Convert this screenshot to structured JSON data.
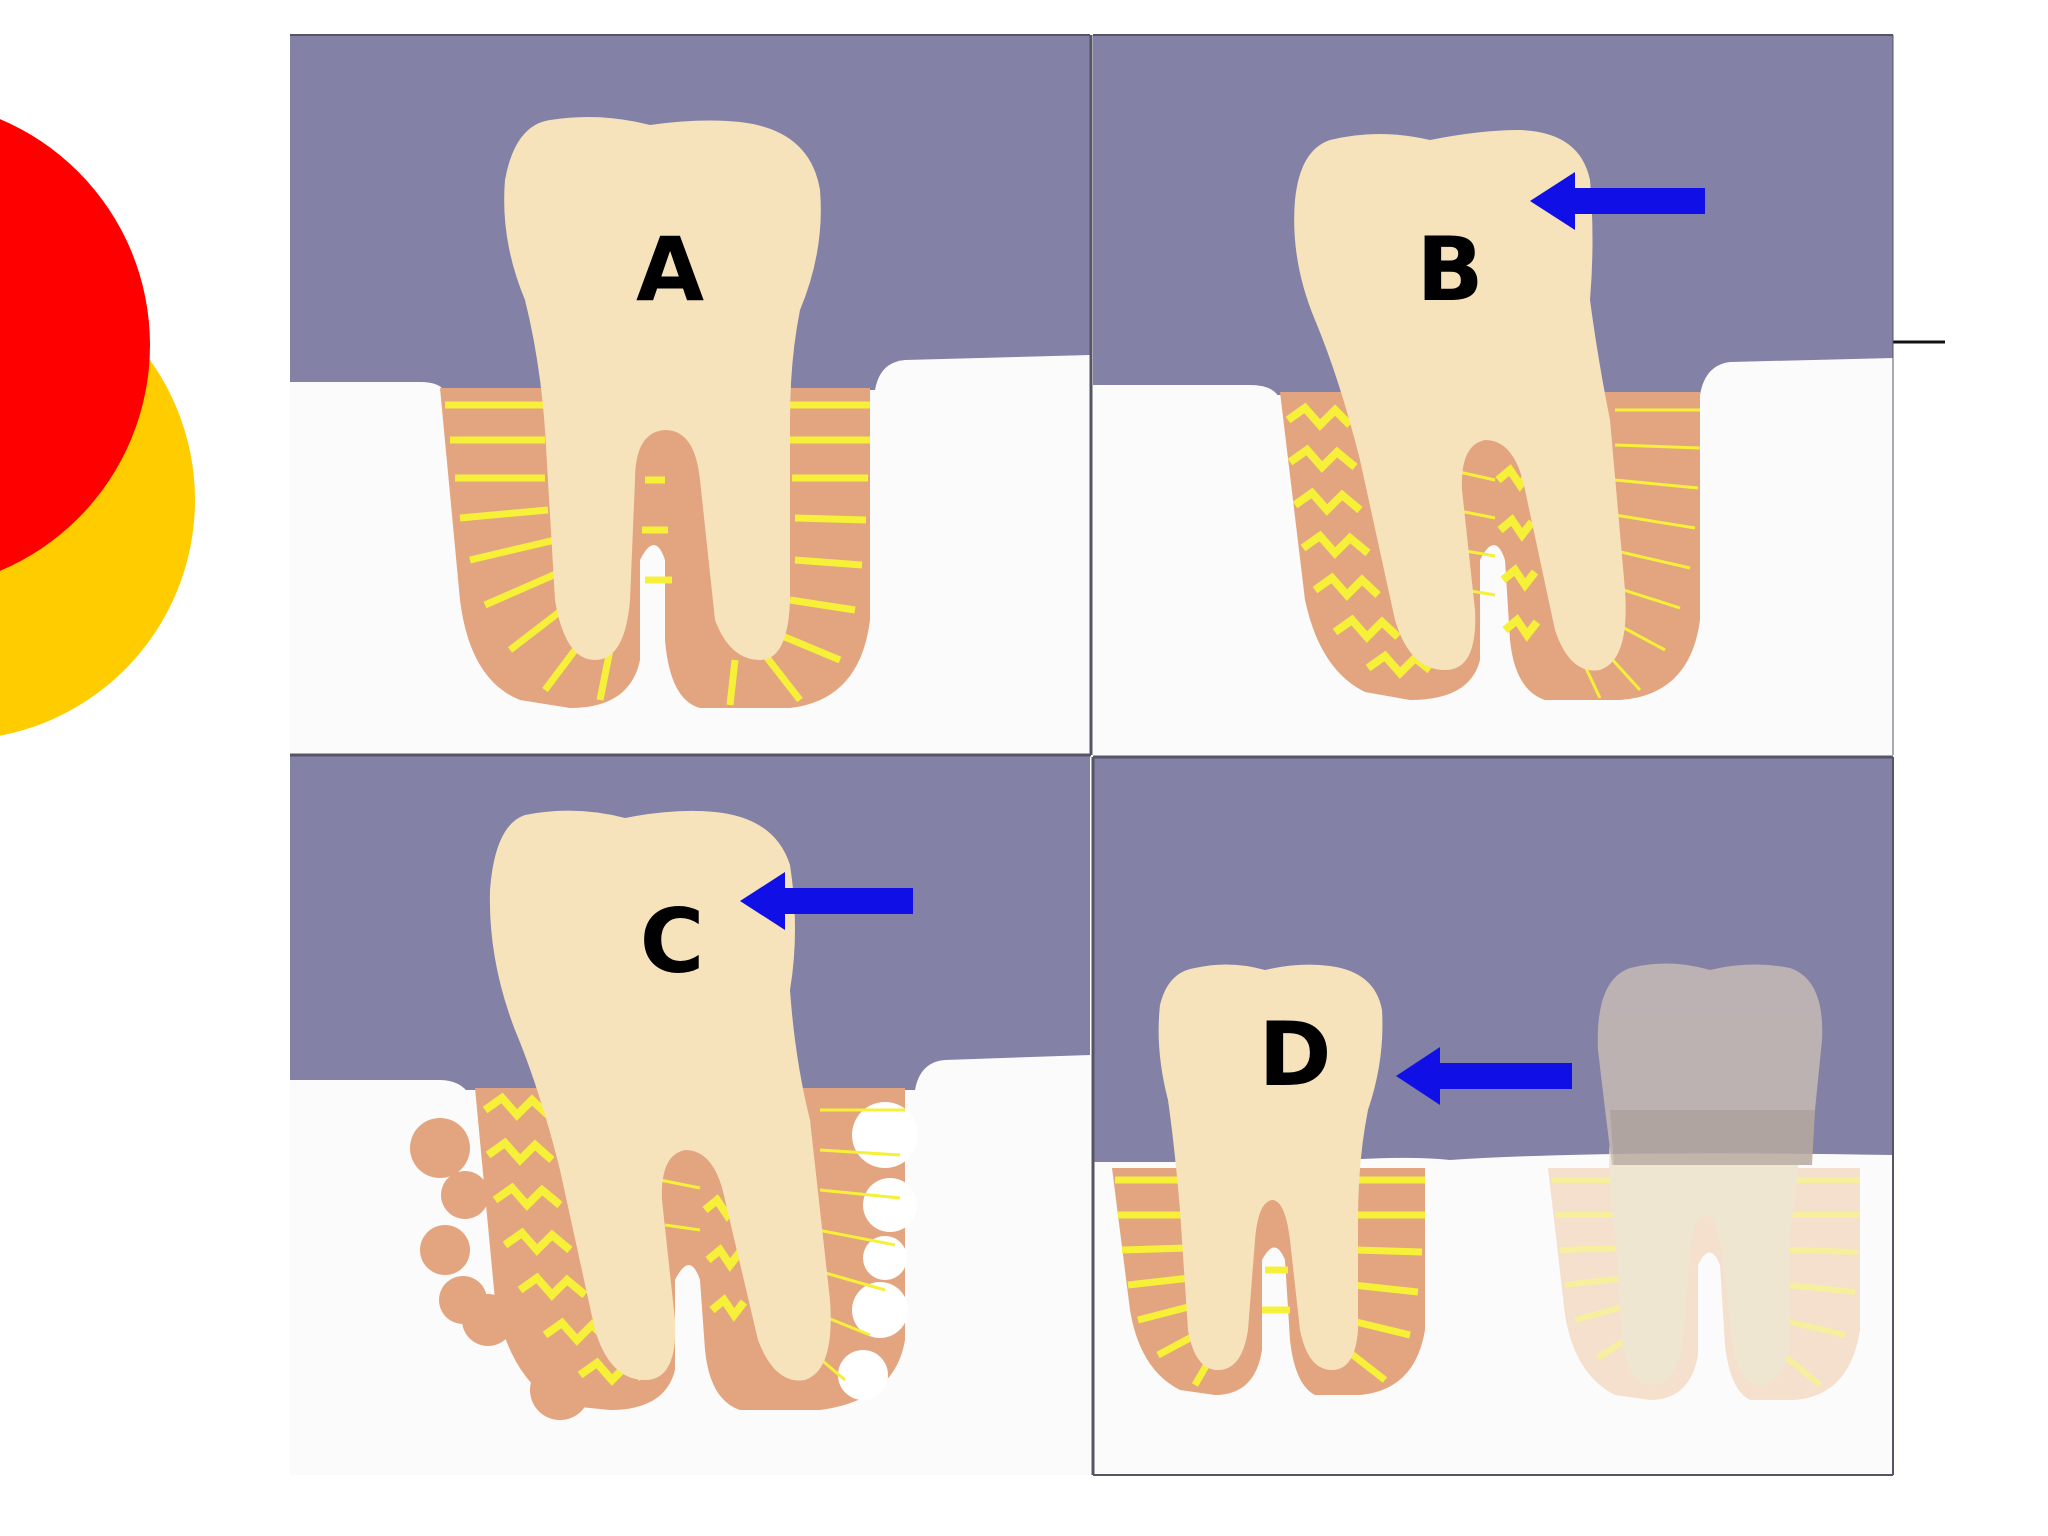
{
  "panels": [
    {
      "id": "A",
      "label": "A",
      "has_arrow": false
    },
    {
      "id": "B",
      "label": "B",
      "has_arrow": true
    },
    {
      "id": "C",
      "label": "C",
      "has_arrow": true
    },
    {
      "id": "D",
      "label": "D",
      "has_arrow": true
    }
  ],
  "colors": {
    "background": "#ffffff",
    "sky": "#8381a6",
    "gum": "#fbfbfb",
    "tooth": "#f6e3bb",
    "bone": "#e2a57f",
    "fiber": "#f6f038",
    "arrow": "#1010e6",
    "logo_red": "#ff0000",
    "logo_yellow": "#ffcc00",
    "ghost_crown": "#c8bbb5",
    "ghost_root": "#ece3d2",
    "frame": "#555566"
  },
  "icons": [
    "decorative-circle-red",
    "decorative-circle-yellow",
    "arrow-left-icon",
    "tooth-molar"
  ]
}
